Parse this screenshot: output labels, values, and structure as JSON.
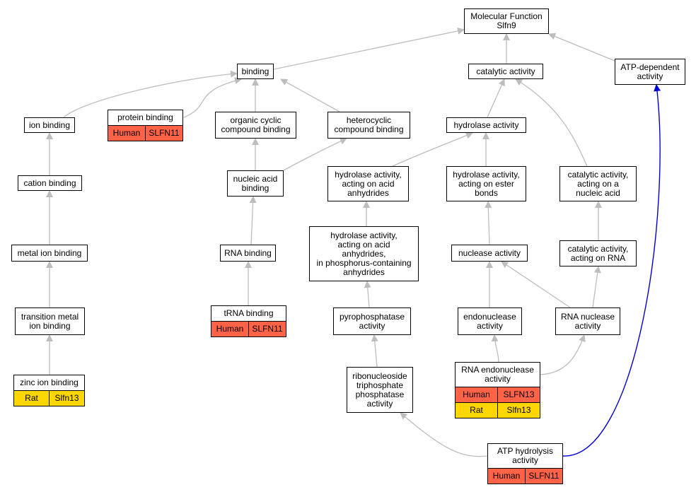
{
  "colors": {
    "edge": "#bdbdbd",
    "highlight_edge": "#0000dd",
    "human": "#ff6347",
    "rat": "#ffd700",
    "border": "#000000"
  },
  "nodes": {
    "mf": {
      "label": "Molecular Function\nSlfn9"
    },
    "binding": {
      "label": "binding"
    },
    "catalytic": {
      "label": "catalytic activity"
    },
    "atp_dependent": {
      "label": "ATP-dependent\nactivity"
    },
    "ion_binding": {
      "label": "ion binding"
    },
    "protein_binding": {
      "label": "protein binding",
      "orthologs": [
        {
          "species": "Human",
          "gene": "SLFN11"
        }
      ]
    },
    "organic_cyclic": {
      "label": "organic cyclic\ncompound binding"
    },
    "heterocyclic": {
      "label": "heterocyclic\ncompound binding"
    },
    "hydrolase": {
      "label": "hydrolase activity"
    },
    "cation_binding": {
      "label": "cation binding"
    },
    "nucleic_acid_binding": {
      "label": "nucleic acid\nbinding"
    },
    "hydrolase_anhydrides": {
      "label": "hydrolase activity,\nacting on acid\nanhydrides"
    },
    "hydrolase_ester": {
      "label": "hydrolase activity,\nacting on ester\nbonds"
    },
    "catalytic_nucleic": {
      "label": "catalytic activity,\nacting on a\nnucleic acid"
    },
    "hydrolase_phosphorus": {
      "label": "hydrolase activity,\nacting on acid\nanhydrides,\nin phosphorus-containing\nanhydrides"
    },
    "metal_ion": {
      "label": "metal ion binding"
    },
    "rna_binding": {
      "label": "RNA binding"
    },
    "nuclease": {
      "label": "nuclease activity"
    },
    "catalytic_rna": {
      "label": "catalytic activity,\nacting on RNA"
    },
    "transition_metal": {
      "label": "transition metal\nion binding"
    },
    "trna_binding": {
      "label": "tRNA binding",
      "orthologs": [
        {
          "species": "Human",
          "gene": "SLFN11"
        }
      ]
    },
    "pyrophosphatase": {
      "label": "pyrophosphatase\nactivity"
    },
    "endonuclease": {
      "label": "endonuclease\nactivity"
    },
    "rna_nuclease": {
      "label": "RNA nuclease\nactivity"
    },
    "zinc_ion": {
      "label": "zinc ion binding",
      "orthologs": [
        {
          "species": "Rat",
          "gene": "Slfn13"
        }
      ]
    },
    "ribonucleoside": {
      "label": "ribonucleoside\ntriphosphate\nphosphatase\nactivity"
    },
    "rna_endonuclease": {
      "label": "RNA endonuclease\nactivity",
      "orthologs": [
        {
          "species": "Human",
          "gene": "SLFN13"
        },
        {
          "species": "Rat",
          "gene": "Slfn13"
        }
      ]
    },
    "atp_hydrolysis": {
      "label": "ATP hydrolysis\nactivity",
      "orthologs": [
        {
          "species": "Human",
          "gene": "SLFN11"
        }
      ]
    }
  }
}
